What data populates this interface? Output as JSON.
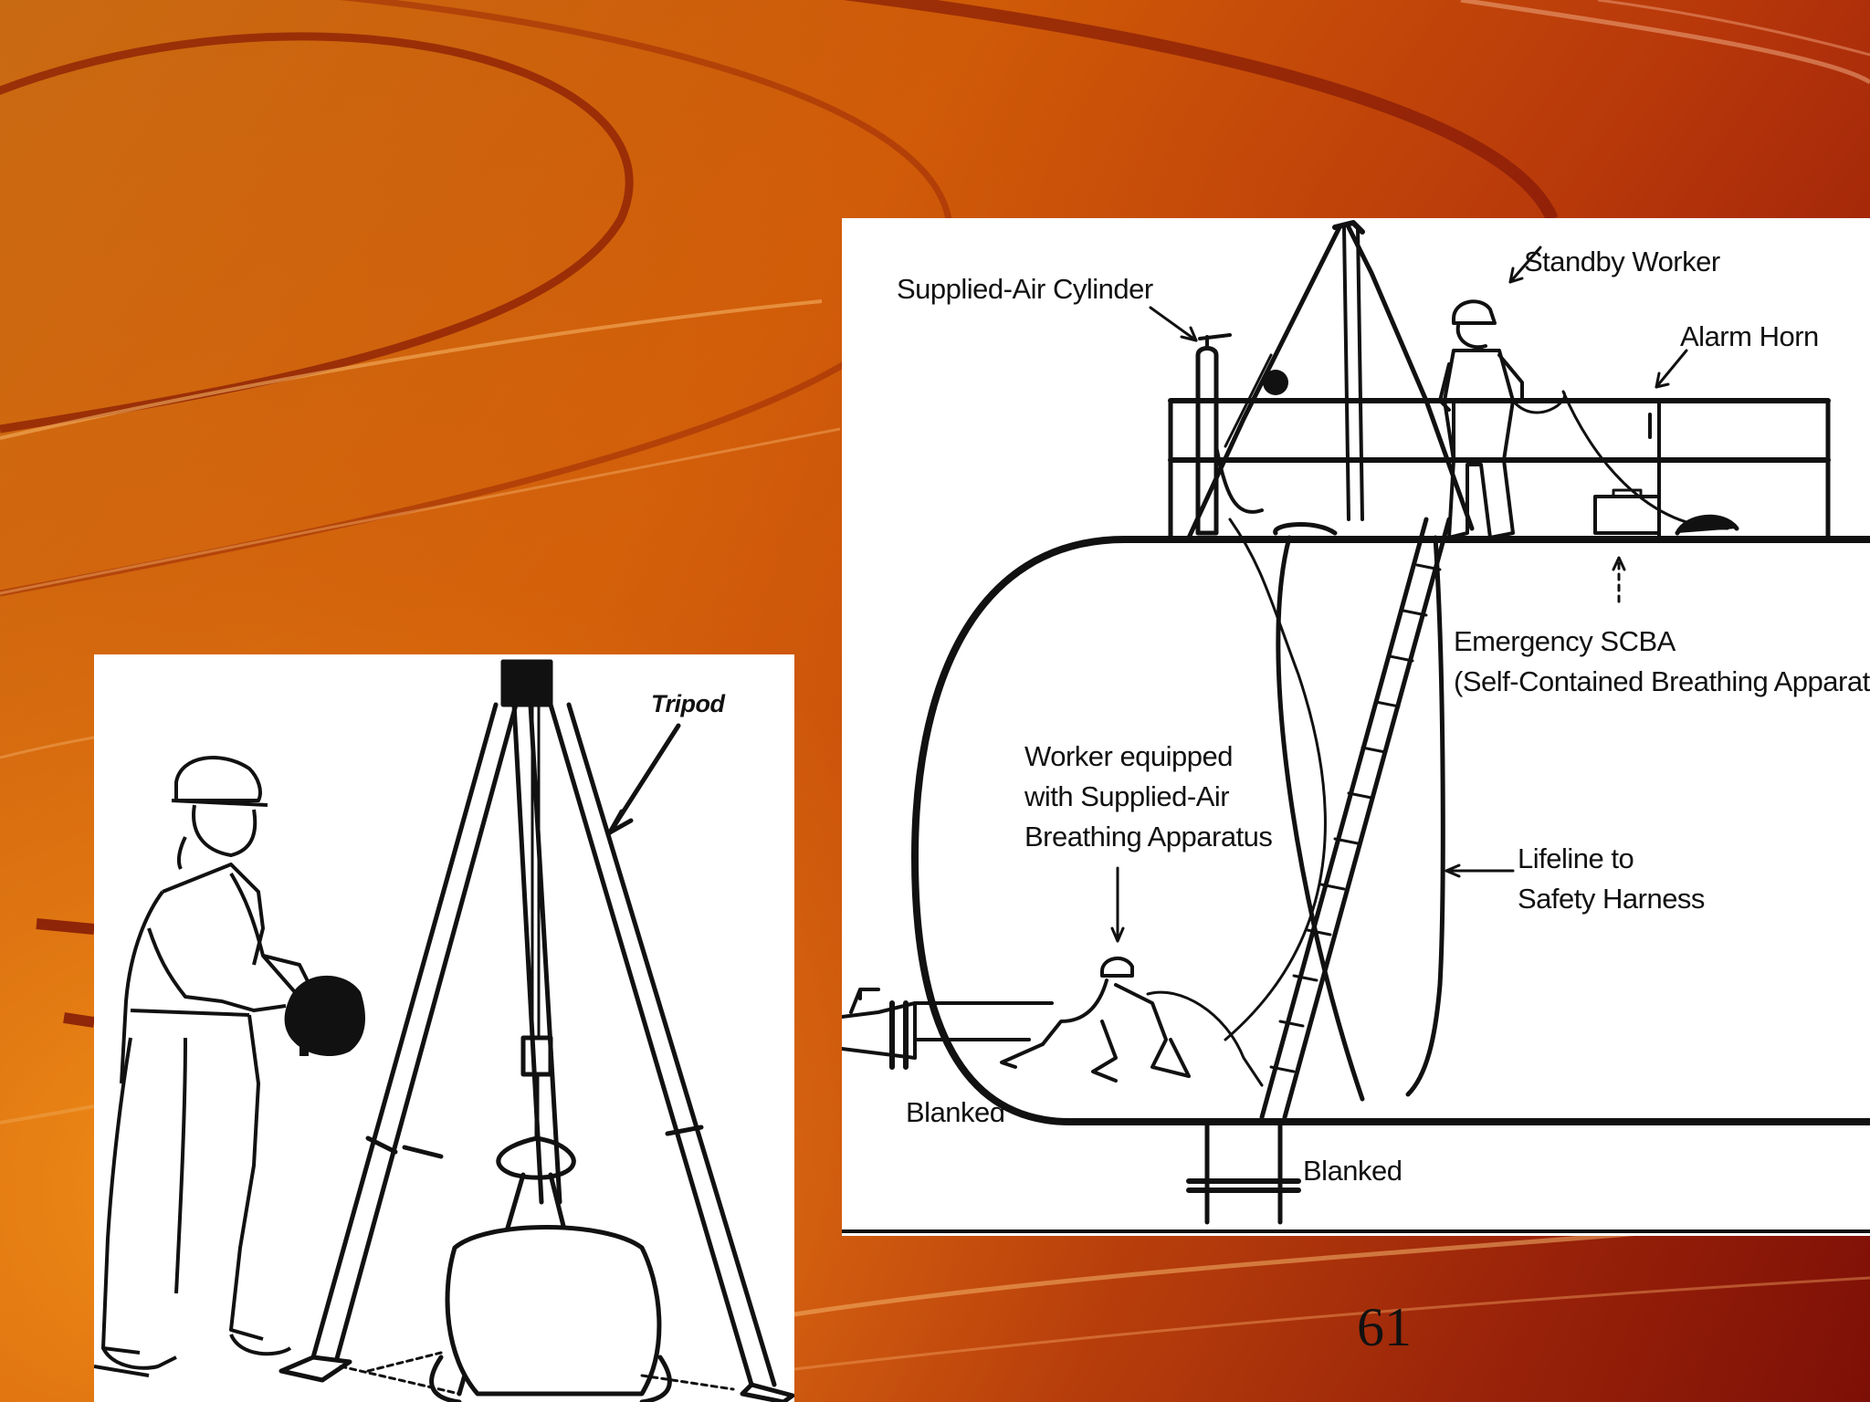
{
  "slide": {
    "page_number": "61",
    "colors": {
      "bg_light": "#e08a1a",
      "bg_mid": "#cf5a08",
      "bg_dark": "#7a0d06",
      "panel": "#ffffff",
      "ink": "#111111"
    }
  },
  "tripod_figure": {
    "labels": {
      "tripod": "Tripod"
    }
  },
  "tank_figure": {
    "labels": {
      "supplied_air_cylinder": "Supplied-Air  Cylinder",
      "standby_worker": "Standby Worker",
      "alarm_horn": "Alarm  Horn",
      "emergency_scba_line1": "Emergency  SCBA",
      "emergency_scba_line2": "(Self-Contained Breathing Apparatus)",
      "worker_line1": "Worker  equipped",
      "worker_line2": "with  Supplied-Air",
      "worker_line3": "Breathing  Apparatus",
      "lifeline_line1": "Lifeline  to",
      "lifeline_line2": "Safety Harness",
      "blanked_left": "Blanked",
      "blanked_bottom": "Blanked"
    }
  }
}
